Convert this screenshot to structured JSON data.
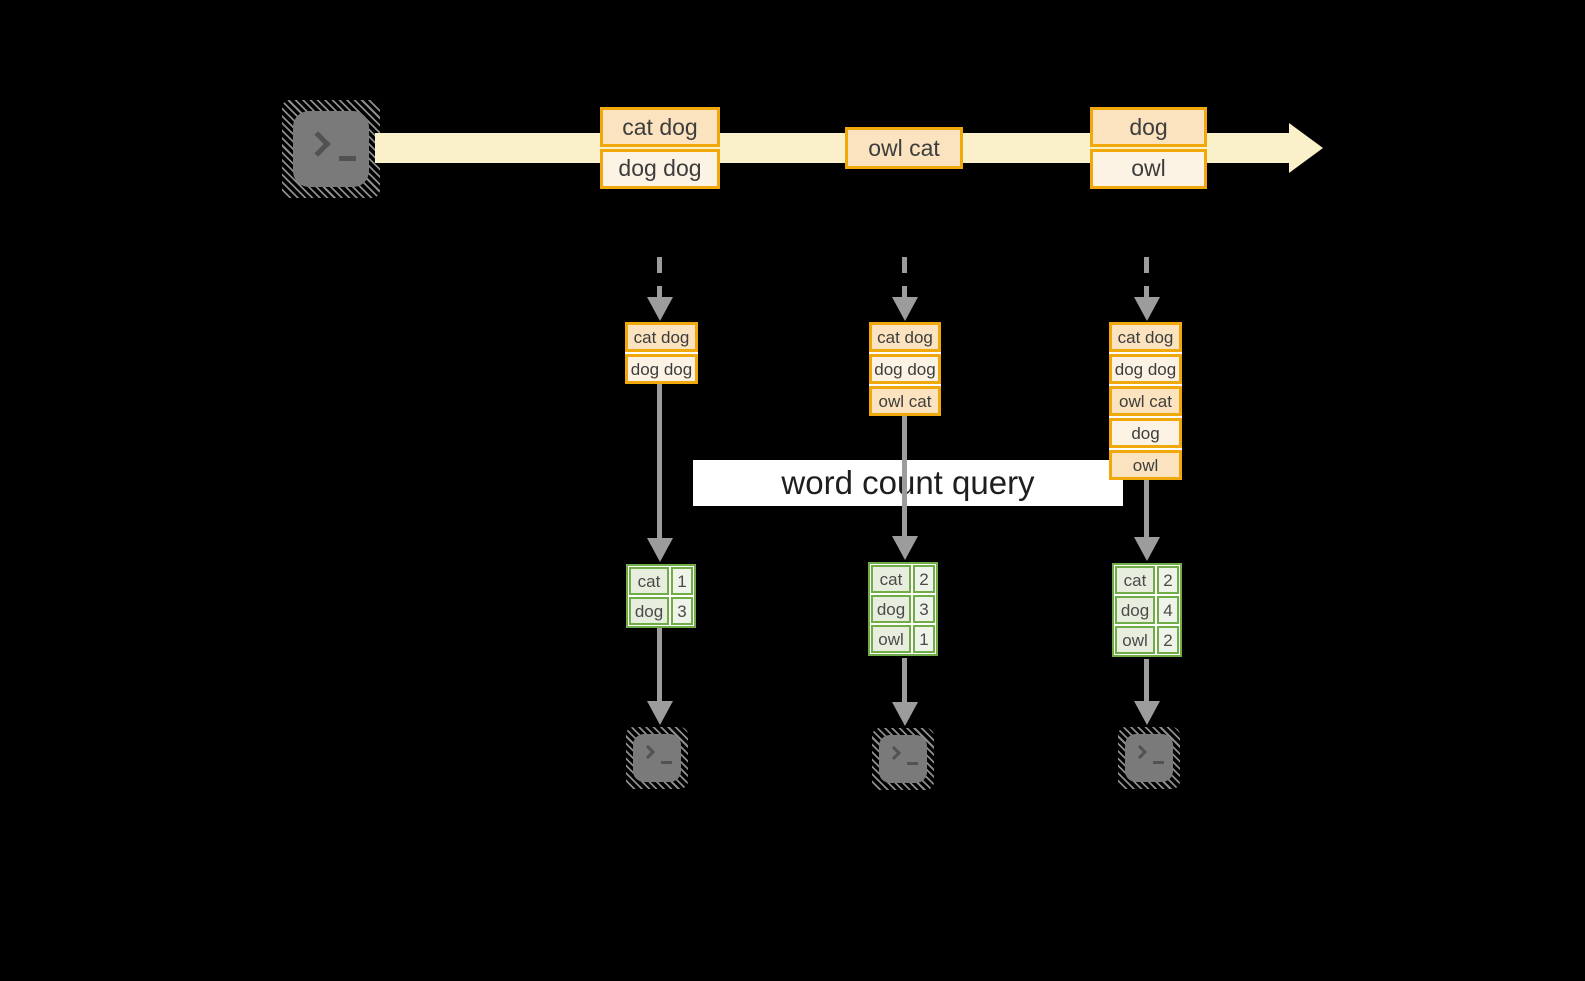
{
  "query_label": "word count query",
  "stream": {
    "message1": {
      "line1": "cat dog",
      "line2": "dog dog"
    },
    "message2": {
      "line1": "owl cat"
    },
    "message3": {
      "line1": "dog",
      "line2": "owl"
    }
  },
  "snapshots": {
    "t1": {
      "rows": [
        "cat dog",
        "dog dog"
      ]
    },
    "t2": {
      "rows": [
        "cat dog",
        "dog dog",
        "owl cat"
      ]
    },
    "t3": {
      "rows": [
        "cat dog",
        "dog dog",
        "owl cat",
        "dog",
        "owl"
      ]
    }
  },
  "results": {
    "t1": [
      {
        "word": "cat",
        "count": "1"
      },
      {
        "word": "dog",
        "count": "3"
      }
    ],
    "t2": [
      {
        "word": "cat",
        "count": "2"
      },
      {
        "word": "dog",
        "count": "3"
      },
      {
        "word": "owl",
        "count": "1"
      }
    ],
    "t3": [
      {
        "word": "cat",
        "count": "2"
      },
      {
        "word": "dog",
        "count": "4"
      },
      {
        "word": "owl",
        "count": "2"
      }
    ]
  },
  "icons": {
    "source": "terminal-icon",
    "sinks": [
      "terminal-icon",
      "terminal-icon",
      "terminal-icon"
    ]
  },
  "colors": {
    "background": "#000000",
    "stream_band": "#FAF0CA",
    "record_fill_dark": "#FBE3C0",
    "record_fill_light": "#FDF3E4",
    "record_border": "#F0A80A",
    "table_border": "#70AD47",
    "table_cell_word": "#E7EEDE",
    "table_cell_count": "#EFF4EA",
    "arrow_gray": "#9C9C9C",
    "terminal_gray": "#7A7A7A",
    "query_label_bg": "#FFFFFF",
    "query_label_text": "#1E1E1E"
  }
}
